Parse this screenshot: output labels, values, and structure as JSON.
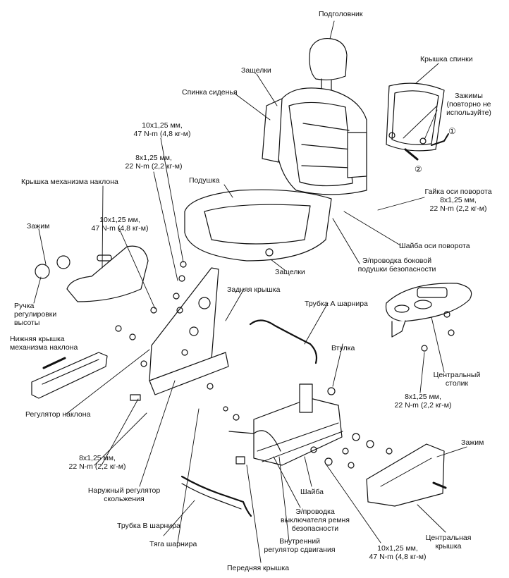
{
  "labels": {
    "headrest": "Подголовник",
    "latches_top": "Защелки",
    "back_cover": "Крышка спинки",
    "seatback": "Спинка сиденья",
    "clips_back_1": "Зажимы",
    "clips_back_2": "(повторно не",
    "clips_back_3": "используйте)",
    "circle_1": "①",
    "circle_2": "②",
    "torque_a_1": "10x1,25 мм,",
    "torque_a_2": "47 N-m (4,8 кг-м)",
    "torque_b_1": "8x1,25 мм,",
    "torque_b_2": "22 N-m (2,2 кг-м)",
    "cushion": "Подушка",
    "pivot_nut_1": "Гайка оси поворота",
    "pivot_nut_2": "8x1,25 мм,",
    "pivot_nut_3": "22 N-m (2,2 кг-м)",
    "recline_cover": "Крышка механизма наклона",
    "clip_left": "Зажим",
    "torque_c_1": "10x1,25 мм,",
    "torque_c_2": "47 N-m (4,8 кг-м)",
    "pivot_washer": "Шайба оси поворота",
    "airbag_wire_1": "Э/проводка боковой",
    "airbag_wire_2": "подушки безопасности",
    "latches_bottom": "Защелки",
    "height_knob_1": "Ручка",
    "height_knob_2": "регулировки",
    "height_knob_3": "высоты",
    "rear_cover": "Задняя крышка",
    "tube_a": "Трубка А шарнира",
    "lower_recline_cover_1": "Нижняя крышка",
    "lower_recline_cover_2": "механизма наклона",
    "bushing": "Втулка",
    "center_table_1": "Центральный",
    "center_table_2": "столик",
    "recline_adjuster": "Регулятор наклона",
    "torque_d_1": "8x1,25 мм,",
    "torque_d_2": "22 N-m (2,2 кг-м)",
    "torque_e_1": "8x1,25 мм,",
    "torque_e_2": "22 N-m (2,2 кг-м)",
    "clip_right": "Зажим",
    "outer_slide_1": "Наружный регулятор",
    "outer_slide_2": "скольжения",
    "washer": "Шайба",
    "belt_wire_1": "Э/проводка",
    "belt_wire_2": "выключателя ремня",
    "belt_wire_3": "безопасности",
    "center_cover_1": "Центральная",
    "center_cover_2": "крышка",
    "tube_b": "Трубка В шарнира",
    "link_rod": "Тяга шарнира",
    "inner_slide_1": "Внутренний",
    "inner_slide_2": "регулятор сдвигания",
    "torque_f_1": "10x1,25 мм,",
    "torque_f_2": "47 N-m (4,8 кг-м)",
    "front_cover": "Передняя крышка"
  }
}
